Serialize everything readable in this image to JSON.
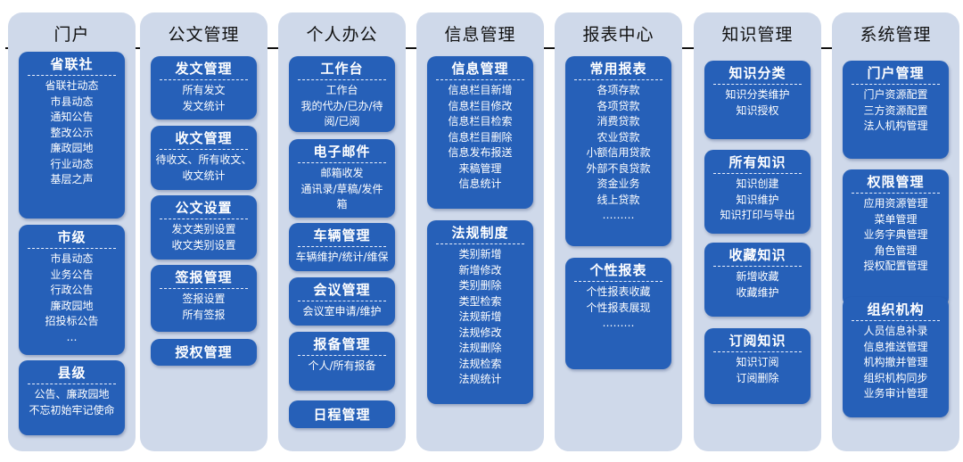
{
  "columns": [
    {
      "header": "门户",
      "boxes": [
        {
          "title": "省联社",
          "items": [
            "省联社动态",
            "市县动态",
            "通知公告",
            "整改公示",
            "廉政园地",
            "行业动态",
            "基层之声"
          ]
        },
        {
          "title": "市级",
          "items": [
            "市县动态",
            "业务公告",
            "行政公告",
            "廉政园地",
            "招投标公告",
            "…"
          ]
        },
        {
          "title": "县级",
          "items": [
            "公告、廉政园地",
            "不忘初始牢记使命"
          ]
        }
      ]
    },
    {
      "header": "公文管理",
      "boxes": [
        {
          "title": "发文管理",
          "items": [
            "所有发文",
            "发文统计"
          ]
        },
        {
          "title": "收文管理",
          "items": [
            "待收文、所有收文、",
            "收文统计"
          ]
        },
        {
          "title": "公文设置",
          "items": [
            "发文类别设置",
            "收文类别设置"
          ]
        },
        {
          "title": "签报管理",
          "items": [
            "签报设置",
            "所有签报"
          ]
        },
        {
          "title": "授权管理",
          "items": []
        }
      ]
    },
    {
      "header": "个人办公",
      "boxes": [
        {
          "title": "工作台",
          "items": [
            "工作台",
            "我的代办/已办/待",
            "阅/已阅"
          ]
        },
        {
          "title": "电子邮件",
          "items": [
            "邮箱收发",
            "通讯录/草稿/发件",
            "箱"
          ]
        },
        {
          "title": "车辆管理",
          "items": [
            "车辆维护/统计/维保"
          ]
        },
        {
          "title": "会议管理",
          "items": [
            "会议室申请/维护"
          ]
        },
        {
          "title": "报备管理",
          "items": [
            "个人/所有报备"
          ]
        },
        {
          "title": "日程管理",
          "items": []
        }
      ]
    },
    {
      "header": "信息管理",
      "boxes": [
        {
          "title": "信息管理",
          "items": [
            "信息栏目新增",
            "信息栏目修改",
            "信息栏目检索",
            "信息栏目删除",
            "信息发布报送",
            "来稿管理",
            "信息统计"
          ]
        },
        {
          "title": "法规制度",
          "items": [
            "类别新增",
            "新增修改",
            "类别删除",
            "类型检索",
            "法规新增",
            "法规修改",
            "法规删除",
            "法规检索",
            "法规统计"
          ]
        }
      ]
    },
    {
      "header": "报表中心",
      "boxes": [
        {
          "title": "常用报表",
          "items": [
            "各项存款",
            "各项贷款",
            "消费贷款",
            "农业贷款",
            "小额信用贷款",
            "外部不良贷款",
            "资金业务",
            "线上贷款",
            "………"
          ]
        },
        {
          "title": "个性报表",
          "items": [
            "个性报表收藏",
            "个性报表展现",
            "………"
          ]
        }
      ]
    },
    {
      "header": "知识管理",
      "boxes": [
        {
          "title": "知识分类",
          "items": [
            "知识分类维护",
            "知识授权"
          ]
        },
        {
          "title": "所有知识",
          "items": [
            "知识创建",
            "知识维护",
            "知识打印与导出"
          ]
        },
        {
          "title": "收藏知识",
          "items": [
            "新增收藏",
            "收藏维护"
          ]
        },
        {
          "title": "订阅知识",
          "items": [
            "知识订阅",
            "订阅删除"
          ]
        }
      ]
    },
    {
      "header": "系统管理",
      "boxes": [
        {
          "title": "门户管理",
          "items": [
            "门户资源配置",
            "三方资源配置",
            "法人机构管理"
          ]
        },
        {
          "title": "权限管理",
          "items": [
            "应用资源管理",
            "菜单管理",
            "业务字典管理",
            "角色管理",
            "授权配置管理"
          ]
        },
        {
          "title": "组织机构",
          "items": [
            "人员信息补录",
            "信息推送管理",
            "机构撤并管理",
            "组织机构同步",
            "业务审计管理"
          ]
        }
      ]
    }
  ]
}
